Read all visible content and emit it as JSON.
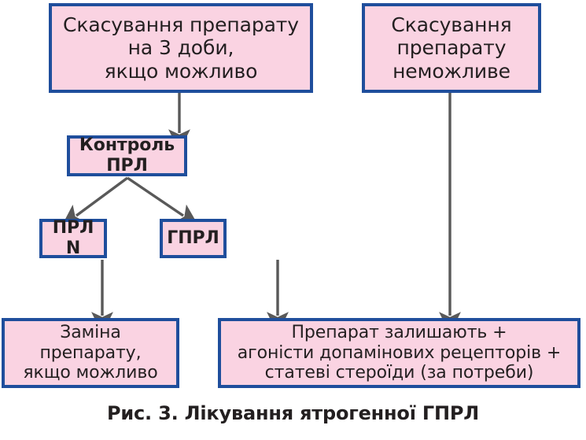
{
  "figure": {
    "caption": "Рис. 3. Лікування ятрогенної ГПРЛ",
    "colors": {
      "box_fill": "#FAD3E2",
      "box_border": "#1F4E9C",
      "arrow": "#595959",
      "text": "#231F20",
      "background": "#FFFFFF"
    }
  },
  "nodes": {
    "withdraw_possible": {
      "id": "withdraw-possible",
      "text": "Скасування препарату\nна 3 доби,\nякщо можливо"
    },
    "withdraw_impossible": {
      "id": "withdraw-impossible",
      "text": "Скасування\nпрепарату\nнеможливе"
    },
    "control_prl": {
      "id": "control-prl",
      "text": "Контроль ПРЛ"
    },
    "prl_normal": {
      "id": "prl-normal",
      "text": "ПРЛ N"
    },
    "hyperprl": {
      "id": "hyperprl",
      "text": "ГПРЛ"
    },
    "replace_drug": {
      "id": "replace-drug",
      "text": "Заміна\nпрепарату,\nякщо можливо"
    },
    "keep_drug": {
      "id": "keep-drug",
      "text": "Препарат залишають +\nагоністи допамінових рецепторів +\nстатеві стероїди (за потреби)"
    }
  },
  "edges": [
    {
      "from": "withdraw-possible",
      "to": "control-prl",
      "style": "straight-down"
    },
    {
      "from": "control-prl",
      "to": "prl-normal",
      "style": "diagonal-left"
    },
    {
      "from": "control-prl",
      "to": "hyperprl",
      "style": "diagonal-right"
    },
    {
      "from": "prl-normal",
      "to": "replace-drug",
      "style": "straight-down"
    },
    {
      "from": "hyperprl",
      "to": "keep-drug",
      "style": "straight-down"
    },
    {
      "from": "withdraw-impossible",
      "to": "keep-drug",
      "style": "straight-down-long"
    }
  ]
}
